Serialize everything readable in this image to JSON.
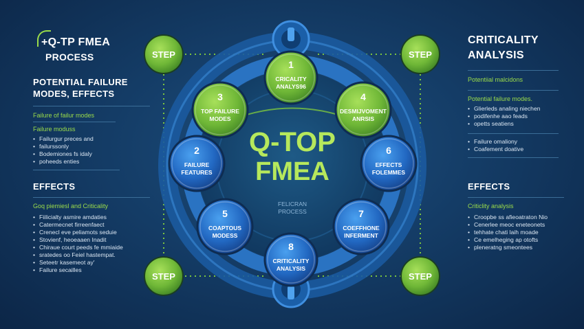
{
  "left_panel": {
    "title_line1": "+Q-TP FMEA",
    "title_line2": "PROCESS",
    "section1_line1": "POTENTIAL FAILURE",
    "section1_line2": "MODES, EFFECTS",
    "sub1": "Failure of failur modes",
    "sub2": "Failure moduss",
    "bullets1": [
      "Failurgur preces and",
      "failurssonly",
      "Bodemiones fs idaly",
      "poheeds enties"
    ],
    "effects_title": "EFFECTS",
    "effects_sub": "Goq piemiesl and Criticality",
    "bullets2": [
      "Fiilicialty asmire amdaties",
      "Catermecnet firreenfaect",
      "Crenecl eve peliamots seduie",
      "Stovienf, heoeaaen Inadit",
      "Chiraue court peeds fe mmiaide",
      "sratedes oo Feiel hastempat.",
      "Seteetr kasemeot ay'",
      "Failure secailles"
    ]
  },
  "right_panel": {
    "title_line1": "CRITICALITY",
    "title_line2": "ANALYSIS",
    "sub1": "Potentiial malcidons",
    "sub2": "Potential failure modes.",
    "bullets1": [
      "Glierleds analing niechen",
      "podifenhe aao feads",
      "opetts seatiens"
    ],
    "bullets2": [
      "Failure omaliony",
      "Coafement doative"
    ],
    "effects_title": "EFFECTS",
    "effects_sub": "Criticlity analysis",
    "bullets3": [
      "Croopbe ss afieoatraton Nio",
      "Cenerlee meoc eneteonets",
      "tehhate chati laih moade",
      "Ce emelheging ap otofts",
      "pleneratng smeontees"
    ]
  },
  "center": {
    "title_line1": "Q-TOP",
    "title_line2": "FMEA",
    "caption_line1": "FELICRAN",
    "caption_line2": "PROCESS"
  },
  "steps": {
    "label": "STEP"
  },
  "nodes": [
    {
      "id": "top",
      "number": "1",
      "line1": "CRICALITY",
      "line2": "ANALYS96",
      "color": "green"
    },
    {
      "id": "upper-left",
      "number": "3",
      "line1": "TOP FAILURE",
      "line2": "MODES",
      "color": "green"
    },
    {
      "id": "upper-right",
      "number": "4",
      "line1": "DESMIJVOMENT",
      "line2": "ANRSIS",
      "color": "green"
    },
    {
      "id": "left",
      "number": "2",
      "line1": "FAILURE",
      "line2": "FEATURES",
      "color": "blue"
    },
    {
      "id": "right",
      "number": "6",
      "line1": "EFFECTS",
      "line2": "FOLEMMES",
      "color": "blue"
    },
    {
      "id": "lower-left",
      "number": "5",
      "line1": "COAPTOUS",
      "line2": "MODESS",
      "color": "blue"
    },
    {
      "id": "lower-right",
      "number": "7",
      "line1": "COEFFHONE",
      "line2": "INFERMENT",
      "color": "blue"
    },
    {
      "id": "bottom",
      "number": "8",
      "line1": "CRITICALITY",
      "line2": "ANALYSIS",
      "color": "blue"
    }
  ],
  "colors": {
    "accent_green": "#7cc63f",
    "accent_blue": "#2f7fd4",
    "ring": "#2a73c2",
    "background": "#143c66"
  }
}
